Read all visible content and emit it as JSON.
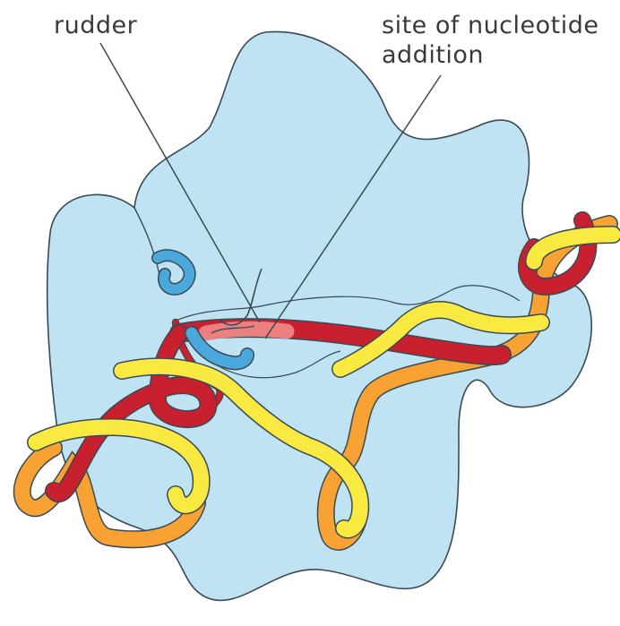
{
  "labels": {
    "rudder": "rudder",
    "site_line1": "site of nucleotide",
    "site_line2": "addition"
  },
  "colors": {
    "polymerase": "#bfe3f3",
    "polymerase_outline": "#3a4a55",
    "rudder_loop": "#4aa8dc",
    "dna_template": "#c8202f",
    "dna_nontemplate": "#f7a233",
    "rna_transcript": "#fae941",
    "leader_line": "#3a4a55"
  }
}
